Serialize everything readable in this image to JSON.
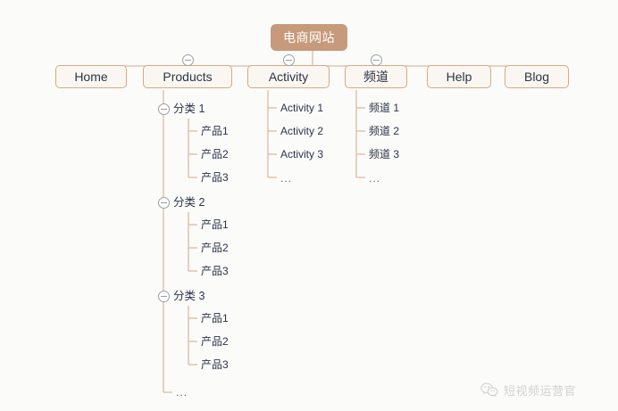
{
  "diagram": {
    "type": "mindmap-tree",
    "title": "电商网站",
    "line_color": "#e0b99a",
    "root_fill": "#c79a7c",
    "node_fill": "#faf7f2",
    "node_border": "#d9a97f",
    "text_color": "#2b3347",
    "root": {
      "label": "电商网站",
      "children": [
        {
          "label": "Home",
          "collapsible": false,
          "children": []
        },
        {
          "label": "Products",
          "collapsible": true,
          "children": [
            {
              "label": "分类 1",
              "collapsible": true,
              "children": [
                {
                  "label": "产品1"
                },
                {
                  "label": "产品2"
                },
                {
                  "label": "产品3"
                }
              ]
            },
            {
              "label": "分类 2",
              "collapsible": true,
              "children": [
                {
                  "label": "产品1"
                },
                {
                  "label": "产品2"
                },
                {
                  "label": "产品3"
                }
              ]
            },
            {
              "label": "分类 3",
              "collapsible": true,
              "children": [
                {
                  "label": "产品1"
                },
                {
                  "label": "产品2"
                },
                {
                  "label": "产品3"
                }
              ]
            },
            {
              "label": "..."
            }
          ]
        },
        {
          "label": "Activity",
          "collapsible": true,
          "children": [
            {
              "label": "Activity 1"
            },
            {
              "label": "Activity 2"
            },
            {
              "label": "Activity 3"
            },
            {
              "label": "..."
            }
          ]
        },
        {
          "label": "频道",
          "collapsible": true,
          "children": [
            {
              "label": "频道 1"
            },
            {
              "label": "频道 2"
            },
            {
              "label": "频道 3"
            },
            {
              "label": "..."
            }
          ]
        },
        {
          "label": "Help",
          "collapsible": false,
          "children": []
        },
        {
          "label": "Blog",
          "collapsible": false,
          "children": []
        }
      ]
    },
    "nodes": {
      "root": "电商网站",
      "home": "Home",
      "products": "Products",
      "activity": "Activity",
      "channel": "频道",
      "help": "Help",
      "blog": "Blog",
      "cat1": "分类 1",
      "cat2": "分类 2",
      "cat3": "分类 3",
      "p1": "产品1",
      "p2": "产品2",
      "p3": "产品3",
      "act1": "Activity 1",
      "act2": "Activity 2",
      "act3": "Activity 3",
      "ch1": "频道 1",
      "ch2": "频道 2",
      "ch3": "频道 3",
      "ellipsis": "..."
    }
  },
  "watermark": {
    "text": "短视频运营官",
    "icon": "wechat-icon"
  }
}
